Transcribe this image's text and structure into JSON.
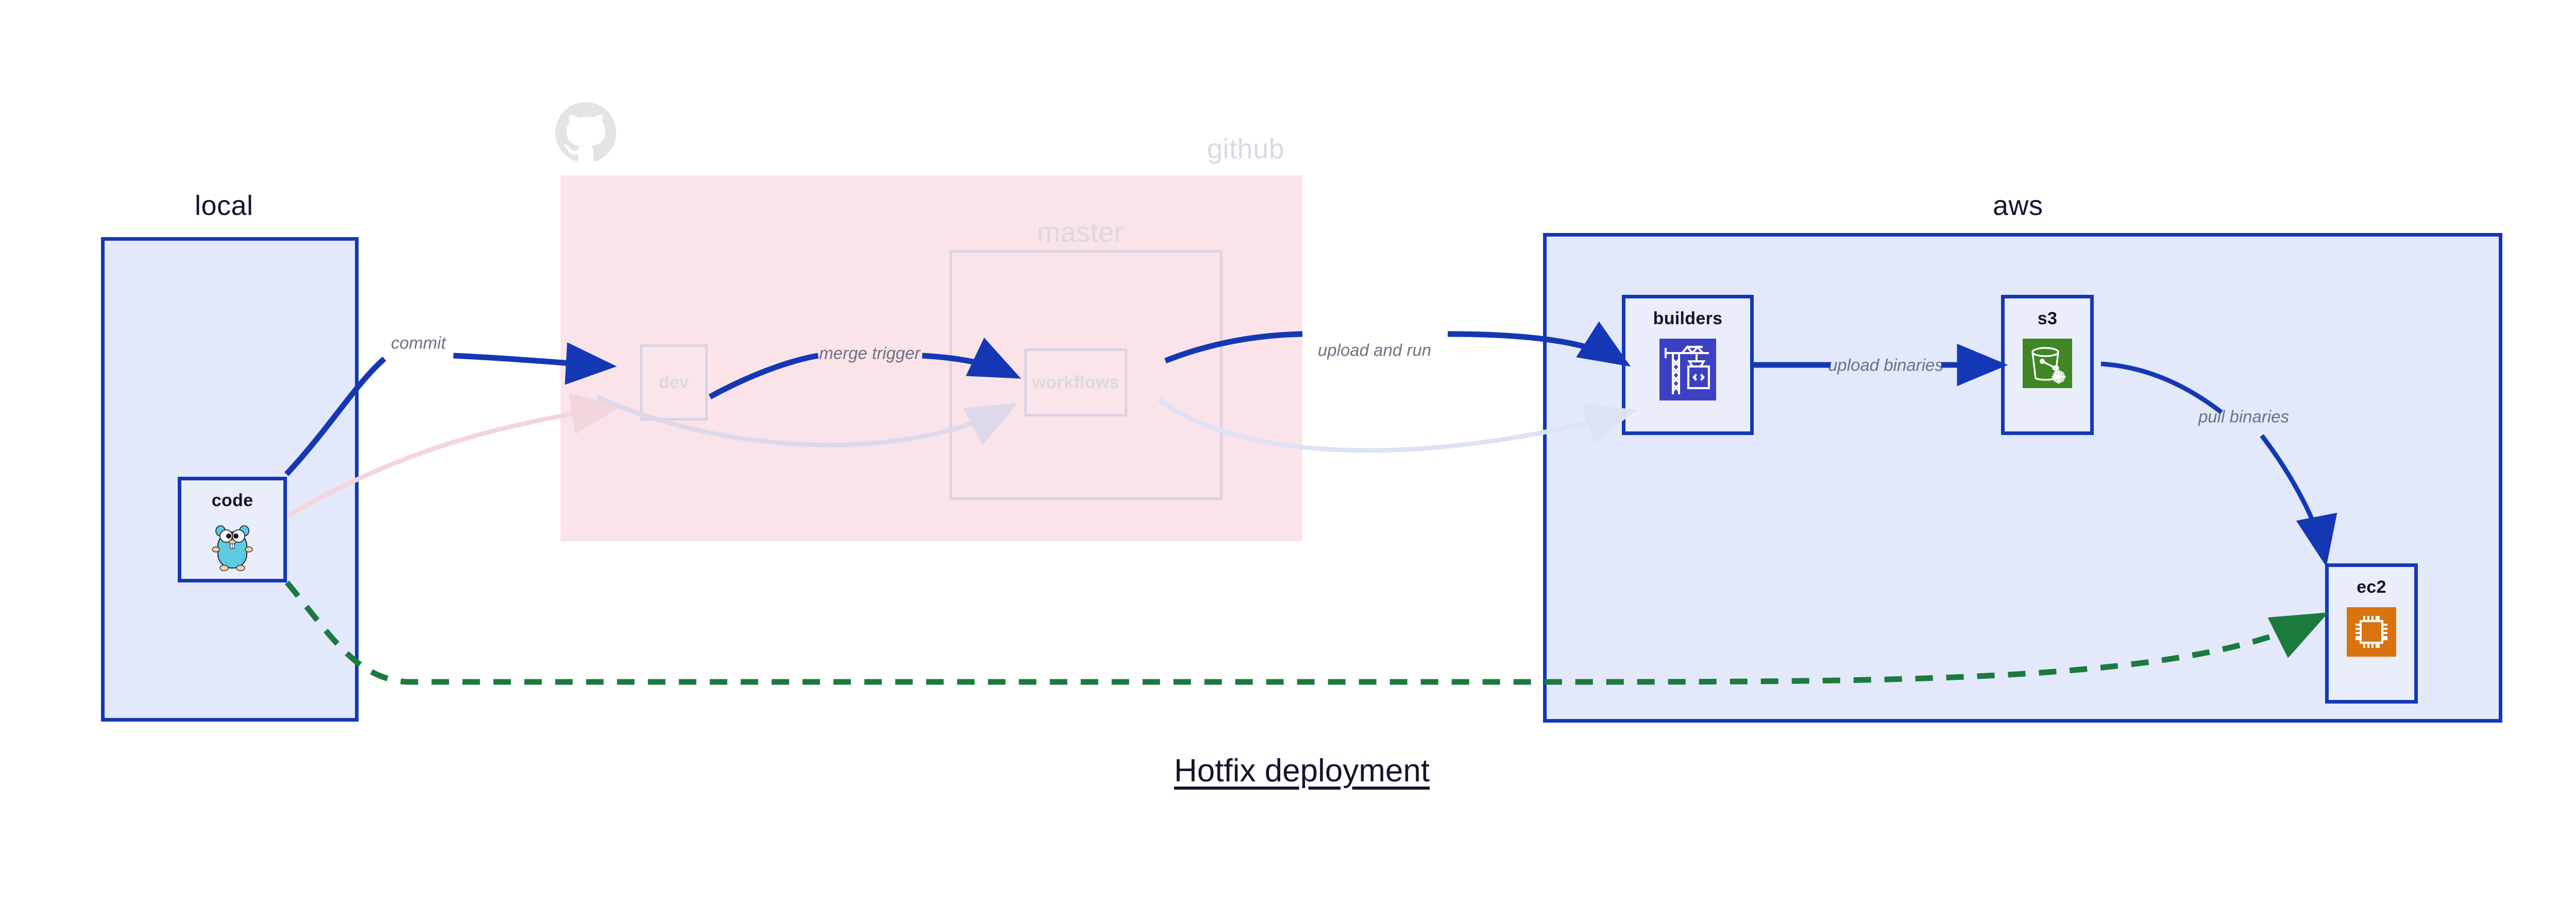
{
  "diagram": {
    "title": "Hotfix deployment",
    "type": "architecture-flow"
  },
  "zones": [
    {
      "id": "local",
      "label": "local",
      "fill": "#E3E8FB",
      "stroke": "#1438B5",
      "muted": false
    },
    {
      "id": "github",
      "label": "github",
      "fill": "#FAE3E9",
      "stroke": "none",
      "muted": true
    },
    {
      "id": "master",
      "label": "master",
      "fill": "none",
      "stroke": "#D9D3E4",
      "muted": true
    },
    {
      "id": "aws",
      "label": "aws",
      "fill": "#E3E8FB",
      "stroke": "#1438B5",
      "muted": false
    }
  ],
  "nodes": [
    {
      "id": "code",
      "label": "code",
      "icon": "go-gopher-icon",
      "zone": "local",
      "muted": false
    },
    {
      "id": "dev",
      "label": "dev",
      "icon": "none",
      "zone": "github",
      "muted": true
    },
    {
      "id": "workflows",
      "label": "workflows",
      "icon": "none",
      "zone": "master",
      "muted": true
    },
    {
      "id": "builders",
      "label": "builders",
      "icon": "aws-crane-icon",
      "zone": "aws",
      "muted": false
    },
    {
      "id": "s3",
      "label": "s3",
      "icon": "aws-bucket-icon",
      "zone": "aws",
      "muted": false
    },
    {
      "id": "ec2",
      "label": "ec2",
      "icon": "aws-chip-icon",
      "zone": "aws",
      "muted": false
    }
  ],
  "edges": [
    {
      "id": "commit",
      "label": "commit",
      "from": "code",
      "to": "dev",
      "style": "solid",
      "color": "#1438B5",
      "muted": false
    },
    {
      "id": "merge-trigger",
      "label": "merge trigger",
      "from": "dev",
      "to": "workflows",
      "style": "solid",
      "color": "#1438B5",
      "muted": false
    },
    {
      "id": "upload-and-run",
      "label": "upload and run",
      "from": "workflows",
      "to": "builders",
      "style": "solid",
      "color": "#1438B5",
      "muted": false
    },
    {
      "id": "upload-binaries",
      "label": "upload binaries",
      "from": "builders",
      "to": "s3",
      "style": "solid",
      "color": "#1438B5",
      "muted": false
    },
    {
      "id": "pull-binaries",
      "label": "pull binaries",
      "from": "s3",
      "to": "ec2",
      "style": "solid",
      "color": "#1438B5",
      "muted": false
    },
    {
      "id": "hotfix-direct",
      "label": "",
      "from": "code",
      "to": "ec2",
      "style": "dashed",
      "color": "#1B7A3E",
      "muted": false
    },
    {
      "id": "ghost-code-dev",
      "label": "",
      "from": "code",
      "to": "dev",
      "style": "solid",
      "color": "#F3D5DC",
      "muted": true
    },
    {
      "id": "ghost-dev-wf",
      "label": "",
      "from": "dev",
      "to": "workflows",
      "style": "solid",
      "color": "#DED9EA",
      "muted": true
    },
    {
      "id": "ghost-wf-build",
      "label": "",
      "from": "workflows",
      "to": "builders",
      "style": "solid",
      "color": "#DDE2F4",
      "muted": true
    }
  ],
  "colors": {
    "primary_blue": "#1438B5",
    "zone_blue_fill": "#E3E8FB",
    "zone_pink_fill": "#FAE3E9",
    "green_dashed": "#1B7A3E",
    "label_gray": "#6C7280",
    "muted_outline": "#D9D3E4",
    "text_dark": "#12152B",
    "aws_builders_icon": "#3C41C4",
    "aws_s3_icon": "#3F8624",
    "aws_ec2_icon": "#D9730D",
    "gopher_body": "#5DC9E2"
  },
  "brand": {
    "github_logo": "github-octocat-icon"
  }
}
